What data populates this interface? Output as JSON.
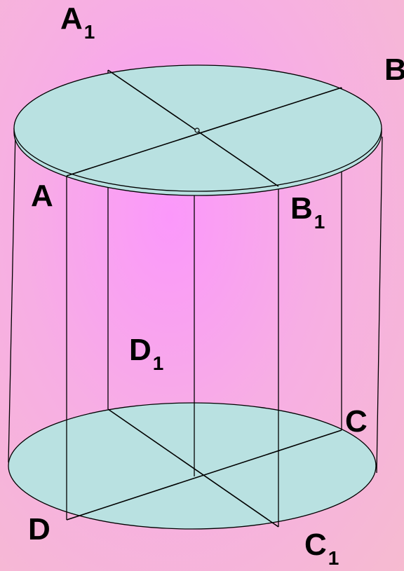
{
  "background": {
    "center_color": "#fb98fb",
    "edge_color": "#f6bbd0"
  },
  "figure": {
    "disk_color": "#b9e1e1",
    "line_color": "#000000"
  },
  "labels": {
    "A1": {
      "main": "A",
      "sub": "1"
    },
    "B": {
      "main": "B",
      "sub": ""
    },
    "A": {
      "main": "A",
      "sub": ""
    },
    "B1": {
      "main": "B",
      "sub": "1"
    },
    "D1": {
      "main": "D",
      "sub": "1"
    },
    "C": {
      "main": "C",
      "sub": ""
    },
    "D": {
      "main": "D",
      "sub": ""
    },
    "C1": {
      "main": "C",
      "sub": "1"
    }
  }
}
